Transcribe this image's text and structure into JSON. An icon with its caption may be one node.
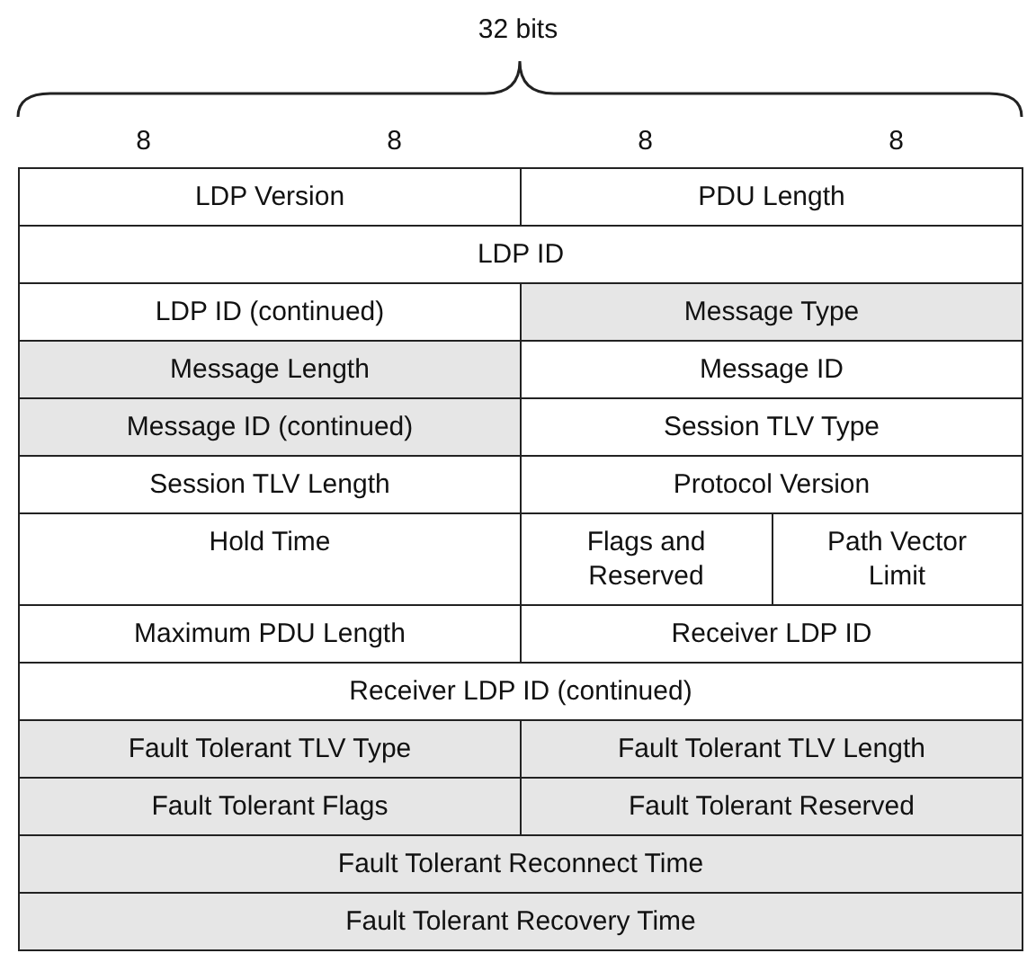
{
  "diagram": {
    "nodes": [
      {
        "text": [
          "LDP Version"
        ]
      },
      {
        "text": [
          "PDU Length"
        ]
      },
      {
        "text": [
          "LDP ID"
        ]
      },
      {
        "text": [
          "LDP ID (continued)"
        ]
      },
      {
        "text": [
          "Message Type"
        ]
      },
      {
        "text": [
          "Message Length"
        ]
      },
      {
        "text": [
          "Message ID"
        ]
      },
      {
        "text": [
          "Message ID (continued)"
        ]
      },
      {
        "text": [
          "Session TLV Type"
        ]
      },
      {
        "text": [
          "Session TLV Length"
        ]
      },
      {
        "text": [
          "Protocol Version"
        ]
      },
      {
        "text": [
          "Hold Time"
        ]
      },
      {
        "text": [
          "Flags and Reserved"
        ]
      },
      {
        "text": [
          "Path Vector Limit"
        ]
      },
      {
        "text": [
          "Maximum PDU Length"
        ]
      },
      {
        "text": [
          "Receiver LDP ID"
        ]
      },
      {
        "text": [
          "Receiver LDP ID (continued)"
        ]
      },
      {
        "text": [
          "Fault Tolerant TLV Type"
        ]
      },
      {
        "text": [
          "Fault Tolerant TLV Length"
        ]
      },
      {
        "text": [
          "Fault Tolerant Flags"
        ]
      },
      {
        "text": [
          "Fault Tolerant Reserved"
        ]
      },
      {
        "text": [
          "Fault Tolerant Reconnect Time"
        ]
      },
      {
        "text": [
          "Fault Tolerant Recovery Time"
        ]
      }
    ],
    "labels": [
      "32 bits",
      "8",
      "8",
      "8",
      "8"
    ]
  }
}
